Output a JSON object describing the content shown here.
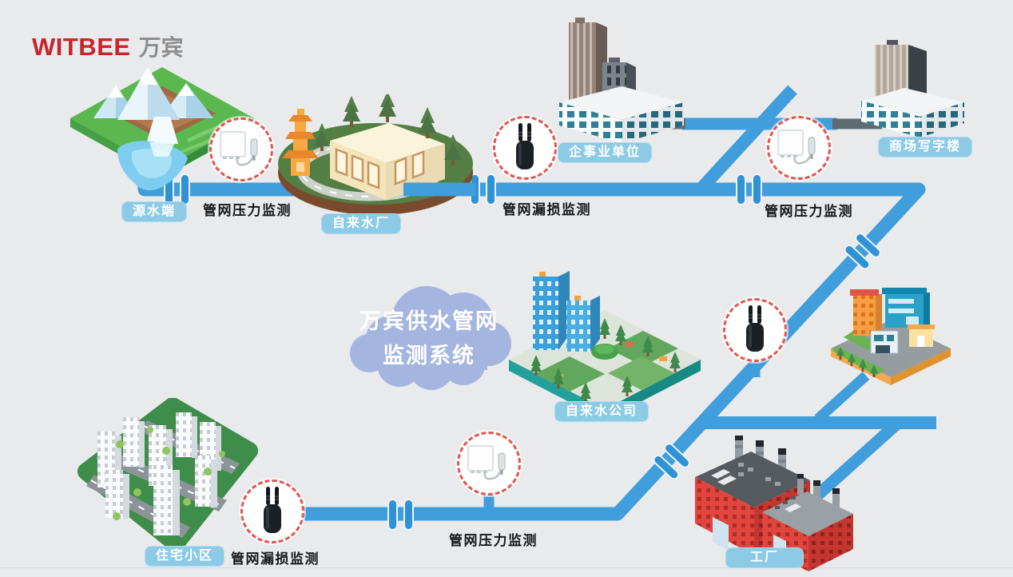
{
  "page": {
    "background": "#e9eaec"
  },
  "logo": {
    "brand_en": "WITBEE",
    "brand_cn": "万宾",
    "color_en": "#c9242a",
    "color_cn": "#8e8e8e"
  },
  "cloud": {
    "line1": "万宾供水管网",
    "line2": "监测系统",
    "color": "#a4b6df"
  },
  "pipes": {
    "color": "#3f9edb",
    "joint_color": "#2e92d5",
    "building_connector_color": "#5f6b73"
  },
  "locations": {
    "source": {
      "label": "源水端"
    },
    "water_plant": {
      "label": "自来水厂"
    },
    "enterprise": {
      "label": "企事业单位"
    },
    "mall_office": {
      "label": "商场写字楼"
    },
    "water_company": {
      "label": "自来水公司"
    },
    "residential": {
      "label": "住宅小区"
    },
    "factory": {
      "label": "工厂"
    }
  },
  "monitors": {
    "pressure_source": {
      "label": "管网压力监测",
      "type": "pressure-sensor"
    },
    "leak_top": {
      "label": "管网漏损监测",
      "type": "leak-sensor"
    },
    "pressure_top_right": {
      "label": "管网压力监测",
      "type": "pressure-sensor"
    },
    "leak_right": {
      "type": "leak-sensor"
    },
    "pressure_bottom": {
      "label": "管网压力监测",
      "type": "pressure-sensor"
    },
    "leak_bottom": {
      "label": "管网漏损监测",
      "type": "leak-sensor"
    }
  },
  "label_style": {
    "pill_bg": "#8ccae6",
    "pill_text": "#ffffff",
    "monitor_text": "#15181c",
    "sensor_ring": "#e2574f"
  }
}
